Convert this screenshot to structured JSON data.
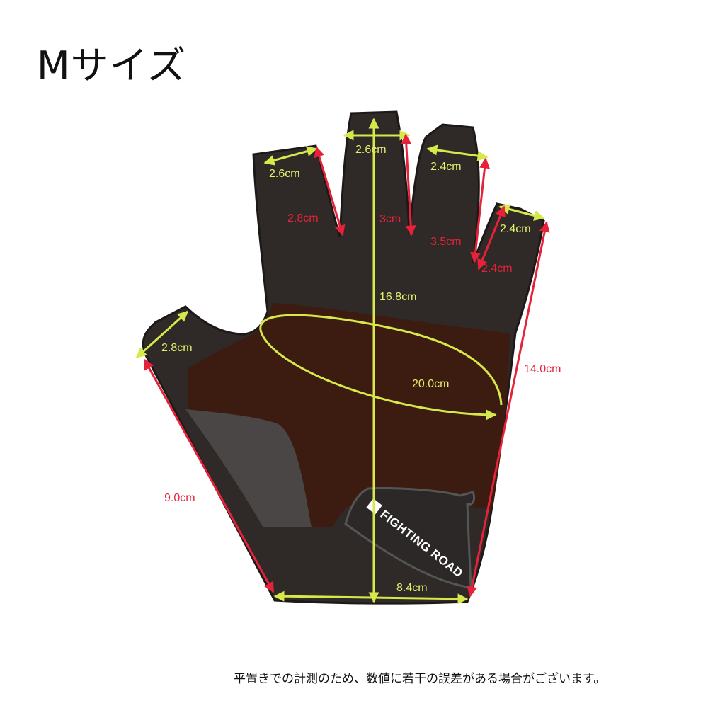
{
  "title": "Mサイズ",
  "note": "平置きでの計測のため、数値に若干の誤差がある場合がございます。",
  "brand": "FIGHTING ROAD",
  "colors": {
    "measure_yellow": "#d7e84a",
    "measure_red": "#e6223a",
    "glove_dark": "#2f2a28",
    "palm_brown": "#3c1c10",
    "mesh_gray": "#4a4646"
  },
  "measurements": {
    "index_width": "2.6cm",
    "index_length": "2.8cm",
    "middle_width": "2.6cm",
    "middle_length": "3cm",
    "ring_width": "2.4cm",
    "ring_length": "3.5cm",
    "pinky_width": "2.4cm",
    "pinky_length": "2.4cm",
    "thumb_width": "2.8cm",
    "total_length": "16.8cm",
    "palm_circumference": "20.0cm",
    "side_length": "14.0cm",
    "thumb_side_length": "9.0cm",
    "wrist_width": "8.4cm"
  }
}
